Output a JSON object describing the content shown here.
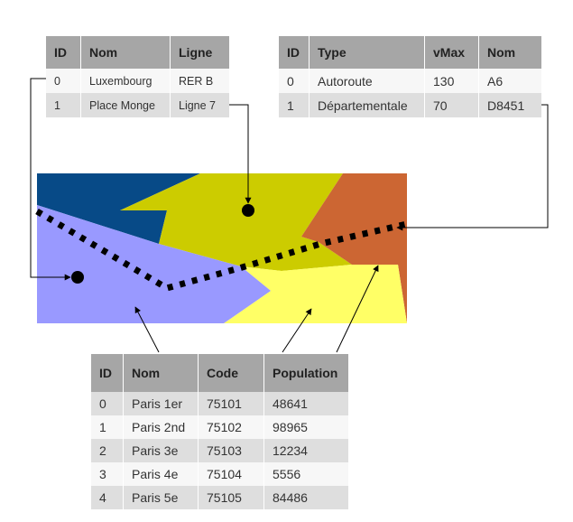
{
  "stations_table": {
    "headers": [
      "ID",
      "Nom",
      "Ligne"
    ],
    "rows": [
      [
        "0",
        "Luxembourg",
        "RER B"
      ],
      [
        "1",
        "Place Monge",
        "Ligne 7"
      ]
    ]
  },
  "roads_table": {
    "headers": [
      "ID",
      "Type",
      "vMax",
      "Nom"
    ],
    "rows": [
      [
        "0",
        "Autoroute",
        "130",
        "A6"
      ],
      [
        "1",
        "Départementale",
        "70",
        "D8451"
      ]
    ]
  },
  "districts_table": {
    "headers": [
      "ID",
      "Nom",
      "Code",
      "Population"
    ],
    "rows": [
      [
        "0",
        "Paris 1er",
        "75101",
        "48641"
      ],
      [
        "1",
        "Paris 2nd",
        "75102",
        "98965"
      ],
      [
        "2",
        "Paris 3e",
        "75103",
        "12234"
      ],
      [
        "3",
        "Paris 4e",
        "75104",
        "5556"
      ],
      [
        "4",
        "Paris 5e",
        "75105",
        "84486"
      ]
    ]
  },
  "map": {
    "colors": {
      "dark_blue": "#074a87",
      "olive": "#cccc00",
      "orange": "#cc6633",
      "lavender": "#9999ff",
      "light_yellow": "#ffff66"
    }
  }
}
